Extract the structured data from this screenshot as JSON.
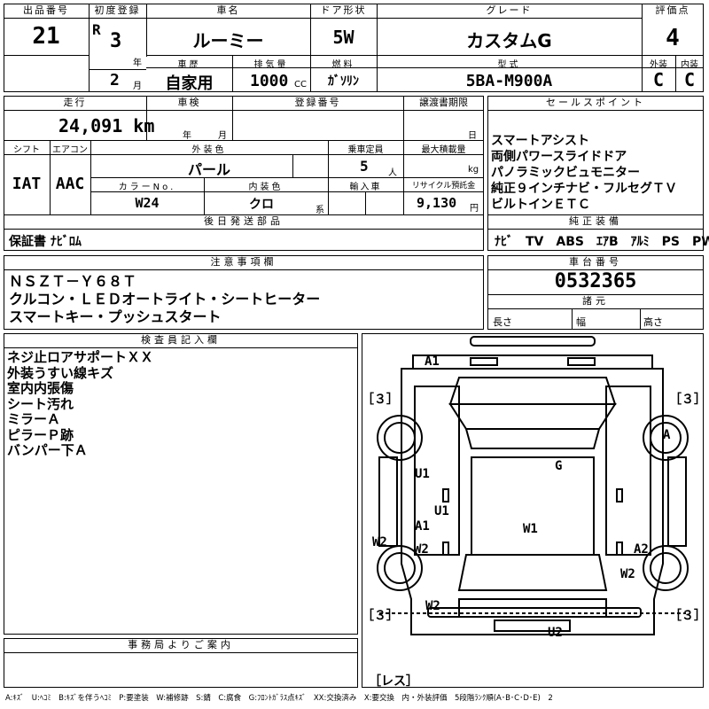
{
  "top": {
    "lot_no_label": "出品番号",
    "lot_no": "21",
    "first_reg_label": "初度登録",
    "era": "R",
    "year": "3",
    "year_unit": "年",
    "month": "2",
    "month_unit": "月",
    "car_name_label": "車名",
    "car_name": "ルーミー",
    "door_label": "ドア形状",
    "door": "5W",
    "grade_label": "グレード",
    "grade": "カスタムG",
    "score_label": "評価点",
    "score": "4",
    "history_label": "車歴",
    "history": "自家用",
    "displacement_label": "排気量",
    "displacement": "1000",
    "displacement_unit": "CC",
    "fuel_label": "燃料",
    "fuel": "ｶﾞｿﾘﾝ",
    "model_label": "型式",
    "model": "5BA-M900A",
    "exterior_label": "外装",
    "exterior": "C",
    "interior_label": "内装",
    "interior": "C"
  },
  "mid": {
    "mileage_label": "走行",
    "mileage": "24,091 km",
    "inspection_label": "車検",
    "inspection_year": "年",
    "inspection_month": "月",
    "regno_label": "登録番号",
    "transfer_label": "譲渡書期限",
    "transfer_day": "日",
    "sales_label": "セールスポイント",
    "sales_points": [
      "スマートアシスト",
      "両側パワースライドドア",
      "パノラミックビュモニター",
      "純正９インチナビ・フルセグＴＶ",
      "ビルトインＥＴＣ"
    ],
    "shift_label": "シフト",
    "shift": "IAT",
    "ac_label": "エアコン",
    "ac": "AAC",
    "color_label": "外装色",
    "color": "パール",
    "capacity_label": "乗車定員",
    "capacity": "5",
    "capacity_unit": "人",
    "maxload_label": "最大積載量",
    "maxload_unit": "kg",
    "colorno_label": "カラーNo.",
    "colorno": "W24",
    "intcolor_label": "内装色",
    "intcolor": "クロ",
    "intcolor_unit": "系",
    "import_label": "輸入車",
    "recycle_label": "リサイクル預託金",
    "recycle": "9,130",
    "recycle_unit": "円",
    "later_label": "後日発送部品",
    "later": "保証書 ﾅﾋﾞﾛﾑ",
    "equip_label": "純正装備",
    "equip": "ﾅﾋﾞ　TV　ABS　ｴｱB　ｱﾙﾐ　PS　PW"
  },
  "notes": {
    "label": "注意事項欄",
    "lines": [
      "ＮＳＺＴ－Ｙ６８Ｔ",
      "クルコン・ＬＥＤオートライト・シートヒーター",
      "スマートキー・プッシュスタート"
    ],
    "chassis_label": "車台番号",
    "chassis": "0532365",
    "dims_label": "諸元",
    "length": "長さ",
    "width": "幅",
    "height": "高さ"
  },
  "inspector": {
    "label": "検査員記入欄",
    "lines": [
      "ネジ止ロアサポートＸＸ",
      "外装うすい線キズ",
      "室内内張傷",
      "シート汚れ",
      "ミラーＡ",
      "ピラーＰ跡",
      "バンパー下Ａ"
    ]
  },
  "office": {
    "label": "事務局よりご案内"
  },
  "diagram": {
    "marks": {
      "a1_top": "A1",
      "left3_top": "［３］",
      "right3_top": "［３］",
      "a_mirror": "A",
      "g": "G",
      "u1_left": "U1",
      "u1_mid": "U1",
      "a1_mid": "A1",
      "w1": "W1",
      "w2_left": "W2",
      "w2_mid": "W2",
      "a2": "A2",
      "w2_right": "W2",
      "w2_bottom": "W2",
      "left3_bot": "［３］",
      "right3_bot": "［３］",
      "u2": "U2",
      "less": "［レス］"
    }
  },
  "legend": "A:ｷｽﾞ　U:ﾍｺﾐ　B:ｷｽﾞを伴うﾍｺﾐ　P:要塗装　W:補修跡　S:錆　C:腐食　G:ﾌﾛﾝﾄｶﾞﾗｽ点ｷｽﾞ　XX:交換済み　X:要交換　内・外装評価　5段階ﾗﾝｸ順(A･B･C･D･E)　2"
}
